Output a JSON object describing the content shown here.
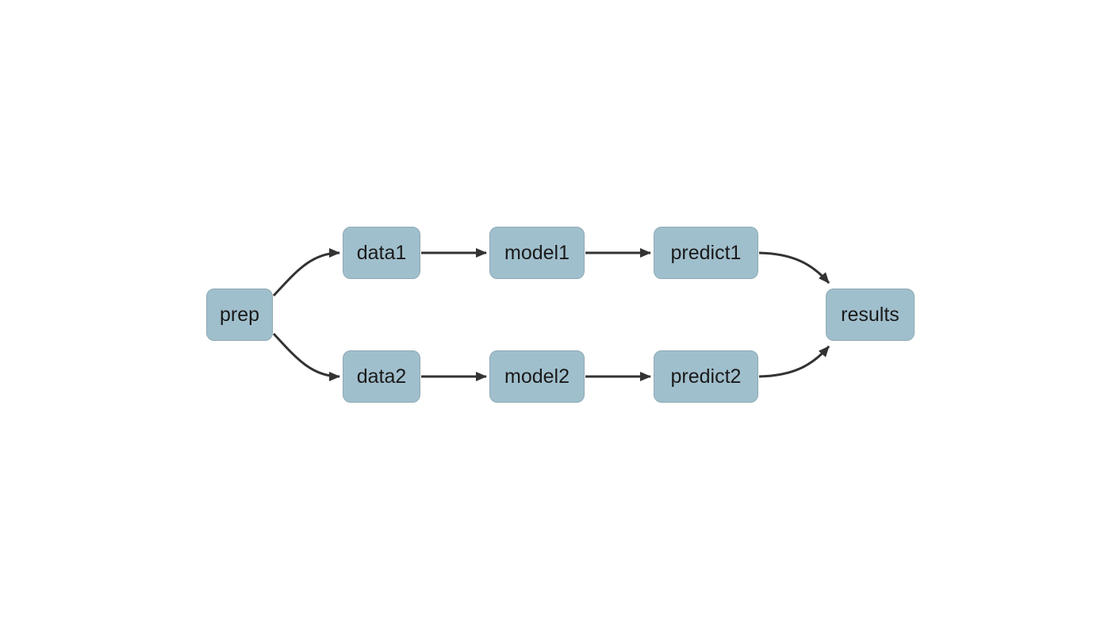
{
  "diagram": {
    "type": "flowchart",
    "direction": "left-to-right",
    "nodes": [
      {
        "id": "prep",
        "label": "prep"
      },
      {
        "id": "data1",
        "label": "data1"
      },
      {
        "id": "model1",
        "label": "model1"
      },
      {
        "id": "predict1",
        "label": "predict1"
      },
      {
        "id": "data2",
        "label": "data2"
      },
      {
        "id": "model2",
        "label": "model2"
      },
      {
        "id": "predict2",
        "label": "predict2"
      },
      {
        "id": "results",
        "label": "results"
      }
    ],
    "edges": [
      {
        "from": "prep",
        "to": "data1"
      },
      {
        "from": "prep",
        "to": "data2"
      },
      {
        "from": "data1",
        "to": "model1"
      },
      {
        "from": "model1",
        "to": "predict1"
      },
      {
        "from": "predict1",
        "to": "results"
      },
      {
        "from": "data2",
        "to": "model2"
      },
      {
        "from": "model2",
        "to": "predict2"
      },
      {
        "from": "predict2",
        "to": "results"
      }
    ],
    "colors": {
      "node_fill": "#a0bfcc",
      "node_border": "#8fa9b5",
      "edge": "#333333",
      "text": "#1a1a1a",
      "background": "#ffffff"
    }
  }
}
